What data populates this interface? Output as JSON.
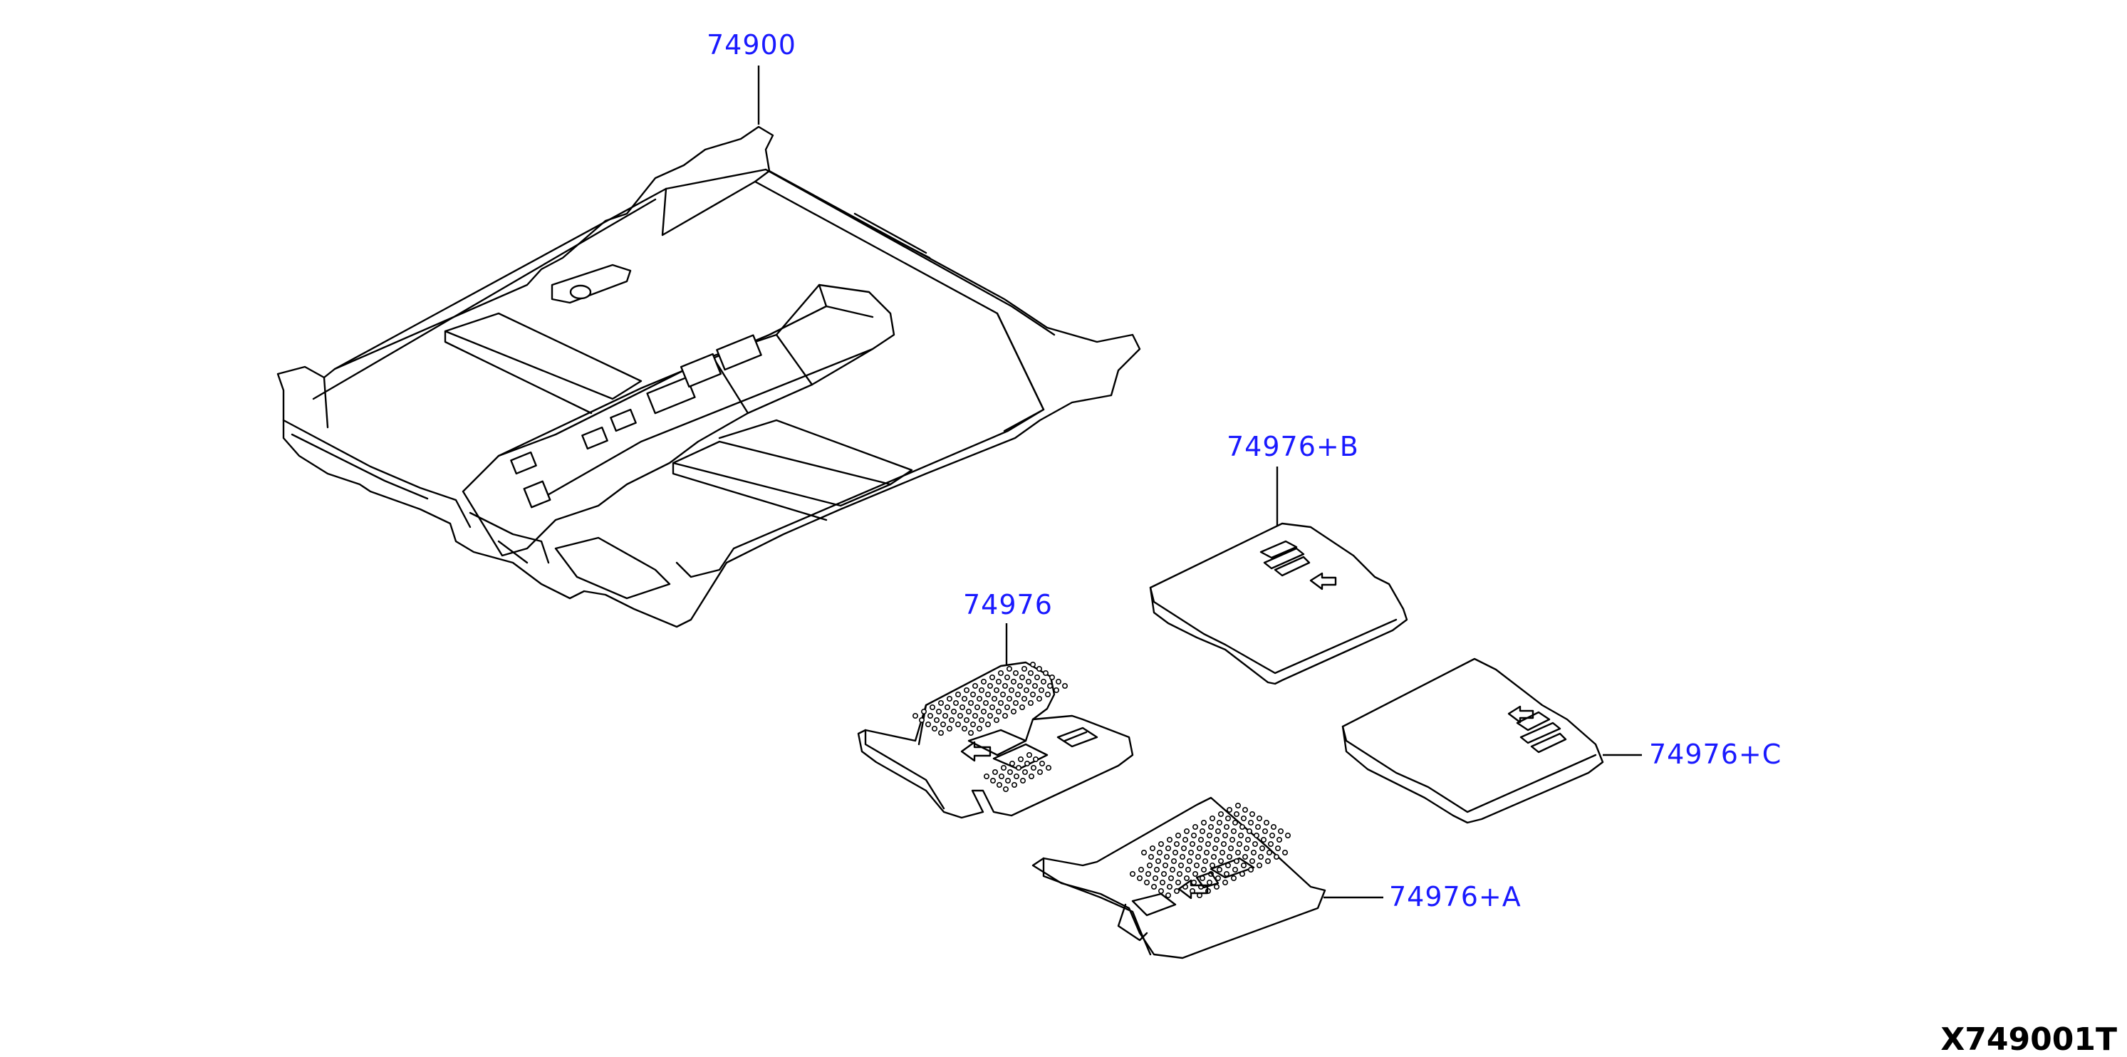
{
  "diagram": {
    "callouts": {
      "main_carpet": "74900",
      "front_mat_left": "74976",
      "front_mat_right": "74976+A",
      "rear_mat_left": "74976+B",
      "rear_mat_right": "74976+C"
    },
    "diagram_id": "X749001T"
  },
  "colors": {
    "callout_text": "#1a1aff",
    "line_art": "#000000",
    "background": "#ffffff"
  }
}
